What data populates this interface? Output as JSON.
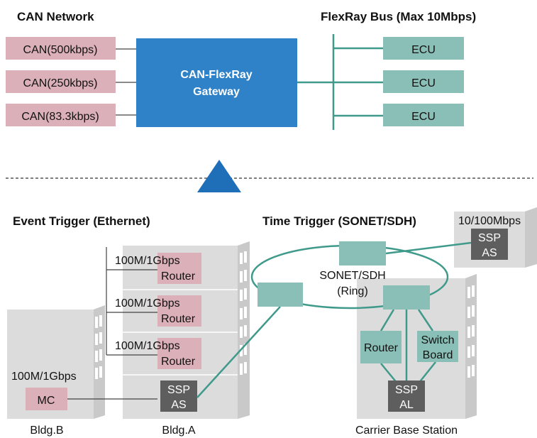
{
  "top": {
    "can_title": "CAN Network",
    "flexray_title": "FlexRay Bus (Max 10Mbps)",
    "can_nodes": [
      "CAN(500kbps)",
      "CAN(250kbps)",
      "CAN(83.3kbps)"
    ],
    "gateway_line1": "CAN-FlexRay",
    "gateway_line2": "Gateway",
    "ecus": [
      "ECU",
      "ECU",
      "ECU"
    ]
  },
  "bottom": {
    "event_title": "Event Trigger (Ethernet)",
    "time_title": "Time Trigger (SONET/SDH)",
    "routers": [
      {
        "speed": "100M/1Gbps",
        "label": "Router"
      },
      {
        "speed": "100M/1Gbps",
        "label": "Router"
      },
      {
        "speed": "100M/1Gbps",
        "label": "Router"
      }
    ],
    "bldg_a_ssp_line1": "SSP",
    "bldg_a_ssp_line2": "AS",
    "bldg_b_speed": "100M/1Gbps",
    "bldg_b_mc": "MC",
    "ring_line1": "SONET/SDH",
    "ring_line2": "(Ring)",
    "remote_speed": "10/100Mbps",
    "remote_ssp_line1": "SSP",
    "remote_ssp_line2": "AS",
    "carrier_router": "Router",
    "switch_board_line1": "Switch",
    "switch_board_line2": "Board",
    "carrier_ssp_line1": "SSP",
    "carrier_ssp_line2": "AL",
    "label_bldg_b": "Bldg.B",
    "label_bldg_a": "Bldg.A",
    "label_carrier": "Carrier Base Station"
  },
  "colors": {
    "can_pink": "#dcb0b8",
    "gateway_blue": "#2f82c8",
    "teal": "#89bfb6",
    "teal_line": "#3f9a8b",
    "building": "#dcdcdc",
    "dark_box": "#5e5e5e",
    "arrow_blue": "#1e6eb8"
  }
}
